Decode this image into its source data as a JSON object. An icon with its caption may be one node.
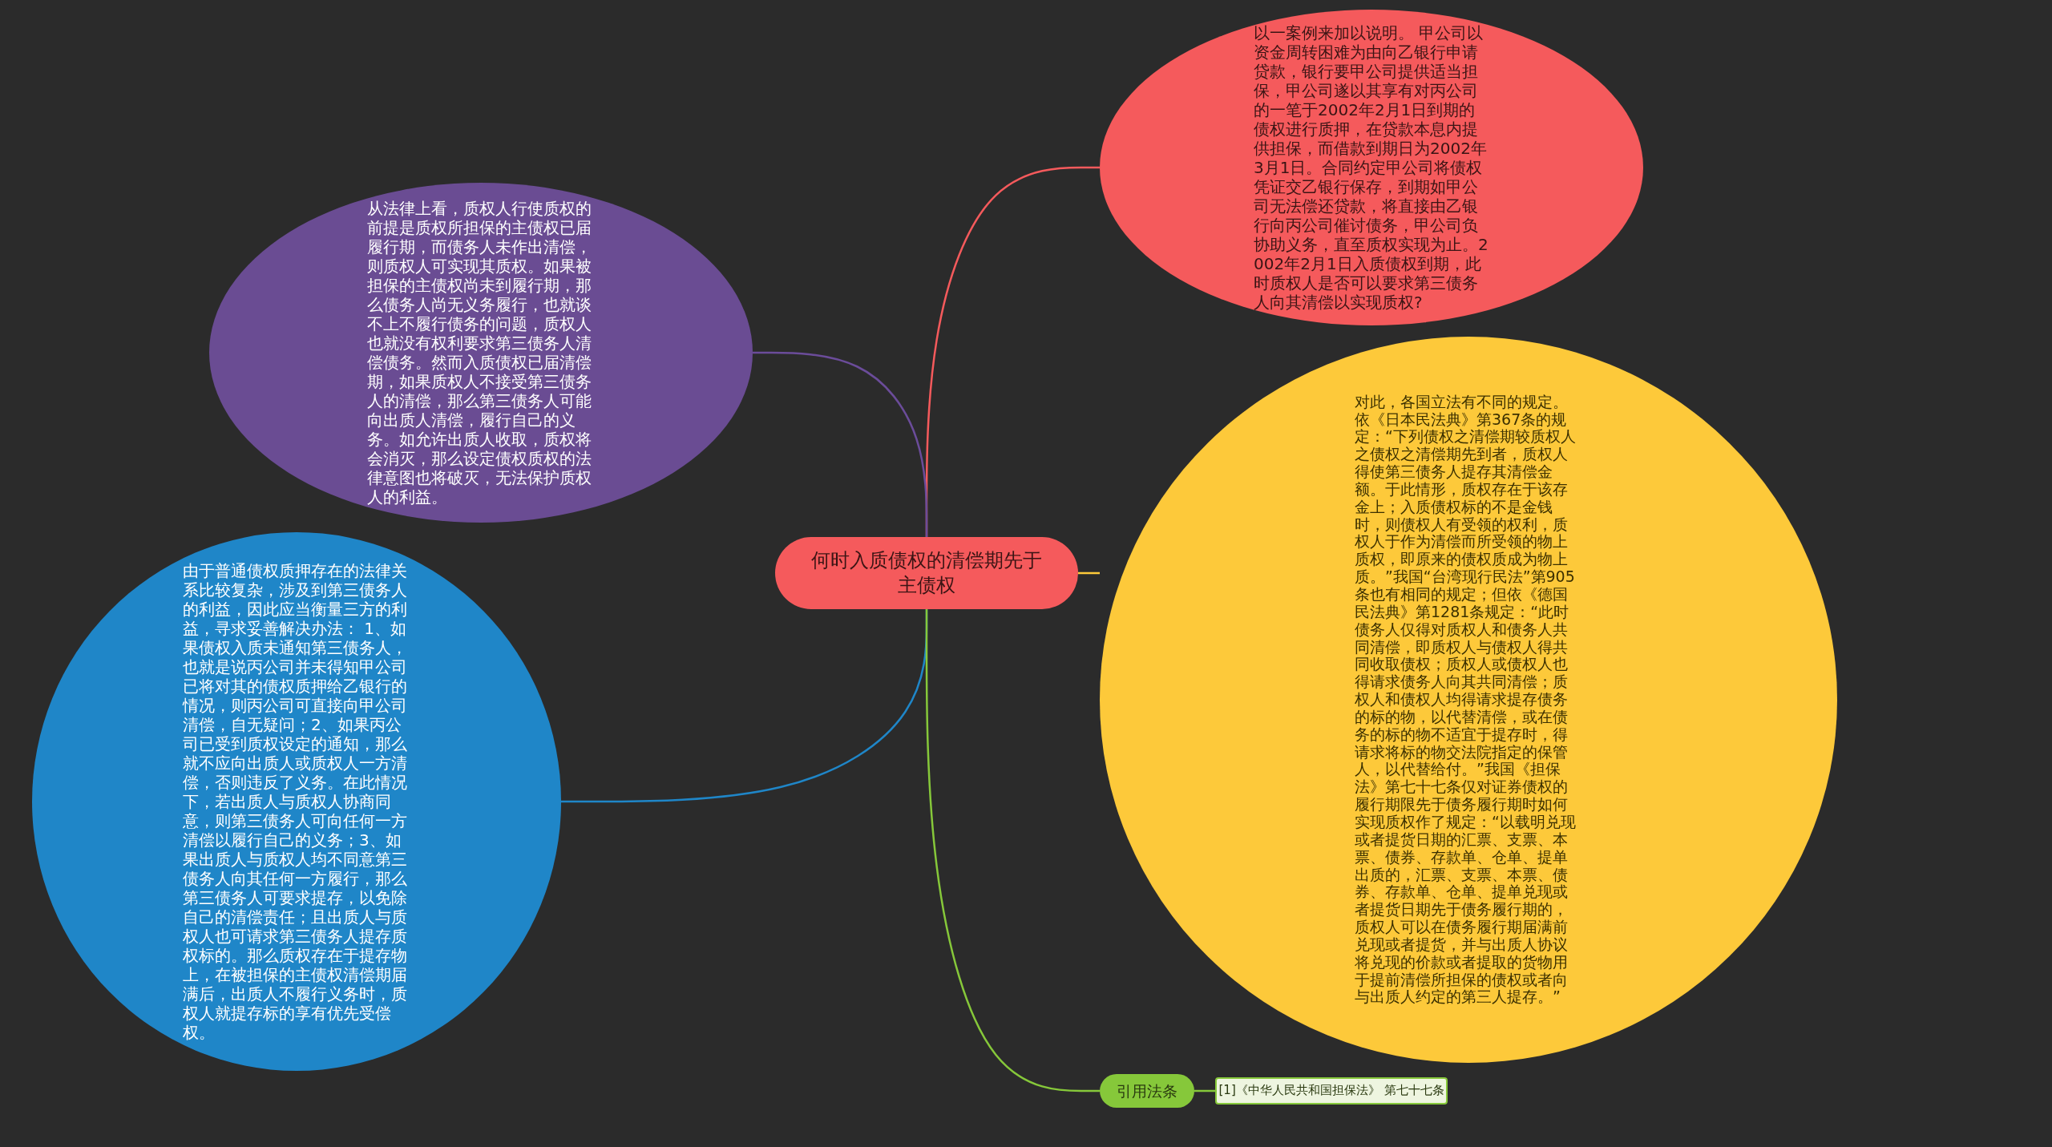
{
  "diagram": {
    "nodes": [
      {
        "text": [
          "何时入质债权的清偿期先于主债权"
        ]
      },
      {
        "text": [
          "以一案例来加以说明。 甲公司以资金周转困难为由向乙银行申请贷款，银行要甲公司提供适当担保，甲公司遂以其享有对丙公司的一笔于2002年2月1日到期的债权进行质押，在贷款本息内提供担保，而借款到期日为2002年3月1日。合同约定甲公司将债权凭证交乙银行保存，到期如甲公司无法偿还贷款，将直接由乙银行向丙公司催讨债务，甲公司负协助义务，直至质权实现为止。2002年2月1日入质债权到期，此时质权人是否可以要求第三债务人向其清偿以实现质权?"
        ]
      },
      {
        "text": [
          "从法律上看，质权人行使质权的前提是质权所担保的主债权已届履行期，而债务人未作出清偿，则质权人可实现其质权。如果被担保的主债权尚未到履行期，那么债务人尚无义务履行，也就谈不上不履行债务的问题，质权人也就没有权利要求第三债务人清偿债务。然而入质债权已届清偿期，如果质权人不接受第三债务人的清偿，那么第三债务人可能向出质人清偿，履行自己的义务。如允许出质人收取，质权将会消灭，那么设定债权质权的法律意图也将破灭，无法保护质权人的利益。"
        ]
      },
      {
        "text": [
          "由于普通债权质押存在的法律关系比较复杂，涉及到第三债务人的利益，因此应当衡量三方的利益，寻求妥善解决办法： 1、如果债权入质未通知第三债务人，也就是说丙公司并未得知甲公司已将对其的债权质押给乙银行的情况，则丙公司可直接向甲公司清偿，自无疑问；2、如果丙公司已受到质权设定的通知，那么就不应向出质人或质权人一方清偿，否则违反了义务。在此情况下，若出质人与质权人协商同意，则第三债务人可向任何一方清偿以履行自己的义务；3、如果出质人与质权人均不同意第三债务人向其任何一方履行，那么第三债务人可要求提存，以免除自己的清偿责任；且出质人与质权人也可请求第三债务人提存质权标的。那么质权存在于提存物上，在被担保的主债权清偿期届满后，出质人不履行义务时，质权人就提存标的享有优先受偿权。"
        ]
      },
      {
        "text": [
          "对此，各国立法有不同的规定。依《日本民法典》第367条的规定：“下列债权之清偿期较质权人之债权之清偿期先到者，质权人得使第三债务人提存其清偿金额。于此情形，质权存在于该存金上；入质债权标的不是金钱时，则债权人有受领的权利，质权人于作为清偿而所受领的物上质权，即原来的债权质成为物上质。”我国“台湾现行民法”第905条也有相同的规定；但依《德国民法典》第1281条规定：“此时债务人仅得对质权人和债务人共同清偿，即质权人与债权人得共同收取债权；质权人或债权人也得请求债务人向其共同清偿；质权人和债权人均得请求提存债务的标的物，以代替清偿，或在债务的标的物不适宜于提存时，得请求将标的物交法院指定的保管人，以代替给付。”我国《担保法》第七十七条仅对证券债权的履行期限先于债务履行期时如何实现质权作了规定：“以载明兑现或者提货日期的汇票、支票、本票、债券、存款单、仓单、提单出质的，汇票、支票、本票、债券、存款单、仓单、提单兑现或者提货日期先于债务履行期的，质权人可以在债务履行期届满前兑现或者提货，并与出质人协议将兑现的价款或者提取的货物用于提前清偿所担保的债权或者向与出质人约定的第三人提存。”"
        ]
      },
      {
        "text": [
          "引用法条"
        ]
      },
      {
        "text": [
          "[1]《中华人民共和国担保法》 第七十七条"
        ]
      }
    ],
    "edges": [
      {
        "from": 0,
        "to": 1,
        "arrow": "none",
        "color": "#f55a5c"
      },
      {
        "from": 0,
        "to": 2,
        "arrow": "none",
        "color": "#6b4c9a"
      },
      {
        "from": 0,
        "to": 3,
        "arrow": "none",
        "color": "#1f86c8"
      },
      {
        "from": 0,
        "to": 4,
        "arrow": "none",
        "color": "#fdc93a"
      },
      {
        "from": 0,
        "to": 5,
        "arrow": "none",
        "color": "#86c83a"
      },
      {
        "from": 5,
        "to": 6,
        "arrow": "none",
        "color": "#86c83a"
      }
    ]
  }
}
